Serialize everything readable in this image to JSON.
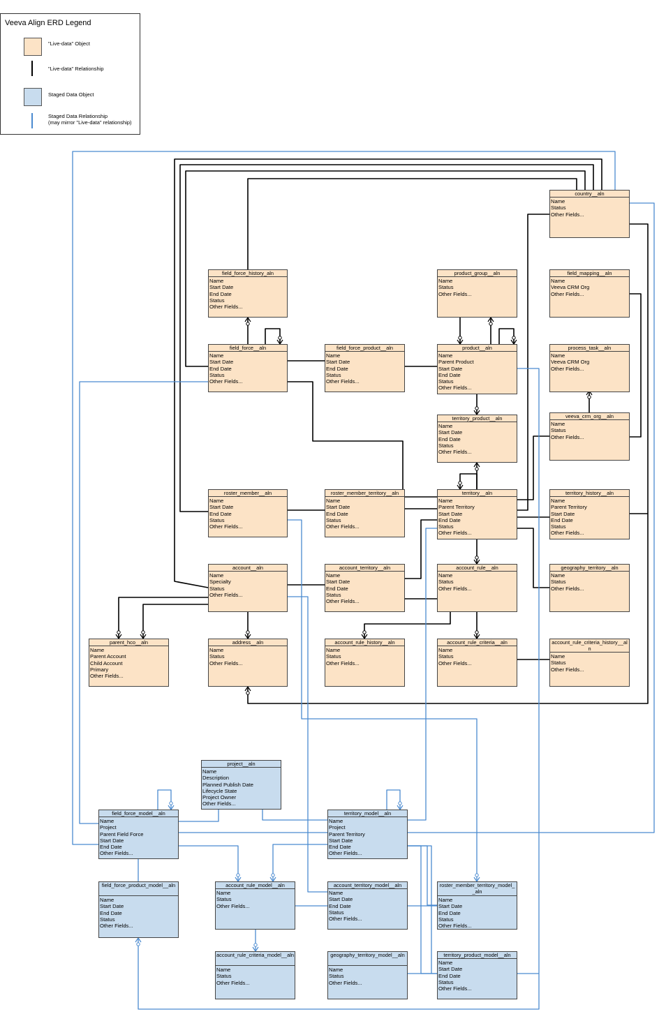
{
  "legend": {
    "title": "Veeva Align ERD Legend",
    "live_object": "\"Live-data\" Object",
    "live_relationship": "\"Live-data\" Relationship",
    "staged_object": "Staged Data Object",
    "staged_relationship_1": "Staged Data Relationship",
    "staged_relationship_2": "(may mirror \"Live-data\" relationship)"
  },
  "colors": {
    "live_fill": "#fce3c6",
    "staged_fill": "#c8dcee",
    "live_line": "#000000",
    "staged_line": "#4a8ad0"
  },
  "entities": [
    {
      "id": "country",
      "kind": "live",
      "title": "country__aln",
      "fields": [
        "Name",
        "Status",
        "Other Fields..."
      ]
    },
    {
      "id": "field_force_history",
      "kind": "live",
      "title": "field_force_history_aln",
      "fields": [
        "Name",
        "Start Date",
        "End Date",
        "Status",
        "Other Fields..."
      ]
    },
    {
      "id": "product_group",
      "kind": "live",
      "title": "product_group__aln",
      "fields": [
        "Name",
        "Status",
        "Other Fields..."
      ]
    },
    {
      "id": "field_mapping",
      "kind": "live",
      "title": "field_mapping__aln",
      "fields": [
        "Name",
        "Veeva CRM Org",
        "Other Fields..."
      ]
    },
    {
      "id": "field_force",
      "kind": "live",
      "title": "field_force__aln",
      "fields": [
        "Name",
        "Start Date",
        "End Date",
        "Status",
        "Other Fields..."
      ]
    },
    {
      "id": "field_force_product",
      "kind": "live",
      "title": "field_force_product__aln",
      "fields": [
        "Name",
        "Start Date",
        "End Date",
        "Status",
        "Other Fields..."
      ]
    },
    {
      "id": "product",
      "kind": "live",
      "title": "product__aln",
      "fields": [
        "Name",
        "Parent Product",
        "Start Date",
        "End Date",
        "Status",
        "Other Fields..."
      ]
    },
    {
      "id": "process_task",
      "kind": "live",
      "title": "process_task__aln",
      "fields": [
        "Name",
        "Veeva CRM Org",
        "Other Fields..."
      ]
    },
    {
      "id": "territory_product",
      "kind": "live",
      "title": "territory_product__aln",
      "fields": [
        "Name",
        "Start Date",
        "End Date",
        "Status",
        "Other Fields..."
      ]
    },
    {
      "id": "veeva_crm_org",
      "kind": "live",
      "title": "veeva_crm_org__aln",
      "fields": [
        "Name",
        "Status",
        "Other Fields..."
      ]
    },
    {
      "id": "roster_member",
      "kind": "live",
      "title": "roster_member__aln",
      "fields": [
        "Name",
        "Start Date",
        "End Date",
        "Status",
        "Other Fields..."
      ]
    },
    {
      "id": "roster_member_territory",
      "kind": "live",
      "title": "roster_member_territory__aln",
      "fields": [
        "Name",
        "Start Date",
        "End Date",
        "Status",
        "Other Fields..."
      ]
    },
    {
      "id": "territory",
      "kind": "live",
      "title": "territory__aln",
      "fields": [
        "Name",
        "Parent Territory",
        "Start Date",
        "End Date",
        "Status",
        "Other Fields..."
      ]
    },
    {
      "id": "territory_history",
      "kind": "live",
      "title": "territory_history__aln",
      "fields": [
        "Name",
        "Parent Territory",
        "Start Date",
        "End Date",
        "Status",
        "Other Fields..."
      ]
    },
    {
      "id": "account",
      "kind": "live",
      "title": "account__aln",
      "fields": [
        "Name",
        "Specialty",
        "Status",
        "Other Fields..."
      ]
    },
    {
      "id": "account_territory",
      "kind": "live",
      "title": "account_territory__aln",
      "fields": [
        "Name",
        "Start Date",
        "End Date",
        "Status",
        "Other Fields..."
      ]
    },
    {
      "id": "account_rule",
      "kind": "live",
      "title": "account_rule__aln",
      "fields": [
        "Name",
        "Status",
        "Other Fields..."
      ]
    },
    {
      "id": "geography_territory",
      "kind": "live",
      "title": "geography_territory__aln",
      "fields": [
        "Name",
        "Status",
        "Other Fields..."
      ]
    },
    {
      "id": "parent_hco",
      "kind": "live",
      "title": "parent_hco__aln",
      "fields": [
        "Name",
        "Parent Account",
        "Child Account",
        "Primary",
        "Other Fields..."
      ]
    },
    {
      "id": "address",
      "kind": "live",
      "title": "address__aln",
      "fields": [
        "Name",
        "Status",
        "Other Fields..."
      ]
    },
    {
      "id": "account_rule_history",
      "kind": "live",
      "title": "account_rule_history__aln",
      "fields": [
        "Name",
        "Status",
        "Other Fields..."
      ]
    },
    {
      "id": "account_rule_criteria",
      "kind": "live",
      "title": "account_rule_criteria__aln",
      "fields": [
        "Name",
        "Status",
        "Other Fields..."
      ]
    },
    {
      "id": "account_rule_criteria_history",
      "kind": "live",
      "title": "account_rule_criteria_history__aln",
      "fields": [
        "Name",
        "Status",
        "Other Fields..."
      ]
    },
    {
      "id": "project",
      "kind": "staged",
      "title": "project__aln",
      "fields": [
        "Name",
        "Description",
        "Planned Publish Date",
        "Lifecycle State",
        "Project Owner",
        "Other Fields..."
      ]
    },
    {
      "id": "field_force_model",
      "kind": "staged",
      "title": "field_force_model__aln",
      "fields": [
        "Name",
        "Project",
        "Parent Field Force",
        "Start Date",
        "End Date",
        "Other Fields..."
      ]
    },
    {
      "id": "territory_model",
      "kind": "staged",
      "title": "territory_model__aln",
      "fields": [
        "Name",
        "Project",
        "Parent Territory",
        "Start Date",
        "End Date",
        "Other Fields..."
      ]
    },
    {
      "id": "field_force_product_model",
      "kind": "staged",
      "title": "field_force_product_model__aln",
      "fields": [
        "Name",
        "Start Date",
        "End Date",
        "Status",
        "Other Fields..."
      ]
    },
    {
      "id": "account_rule_model",
      "kind": "staged",
      "title": "account_rule_model__aln",
      "fields": [
        "Name",
        "Status",
        "Other Fields..."
      ]
    },
    {
      "id": "account_territory_model",
      "kind": "staged",
      "title": "account_territory_model__aln",
      "fields": [
        "Name",
        "Start Date",
        "End Date",
        "Status",
        "Other Fields..."
      ]
    },
    {
      "id": "roster_member_territory_model",
      "kind": "staged",
      "title": "roster_member_territory_model__aln",
      "fields": [
        "Name",
        "Start Date",
        "End Date",
        "Status",
        "Other Fields..."
      ]
    },
    {
      "id": "account_rule_criteria_model",
      "kind": "staged",
      "title": "account_rule_criteria_model__aln",
      "fields": [
        "Name",
        "Status",
        "Other Fields..."
      ]
    },
    {
      "id": "geography_territory_model",
      "kind": "staged",
      "title": "geography_territory_model__aln",
      "fields": [
        "Name",
        "Status",
        "Other Fields..."
      ]
    },
    {
      "id": "territory_product_model",
      "kind": "staged",
      "title": "territory_product_model__aln",
      "fields": [
        "Name",
        "Start Date",
        "End Date",
        "Status",
        "Other Fields..."
      ]
    }
  ]
}
